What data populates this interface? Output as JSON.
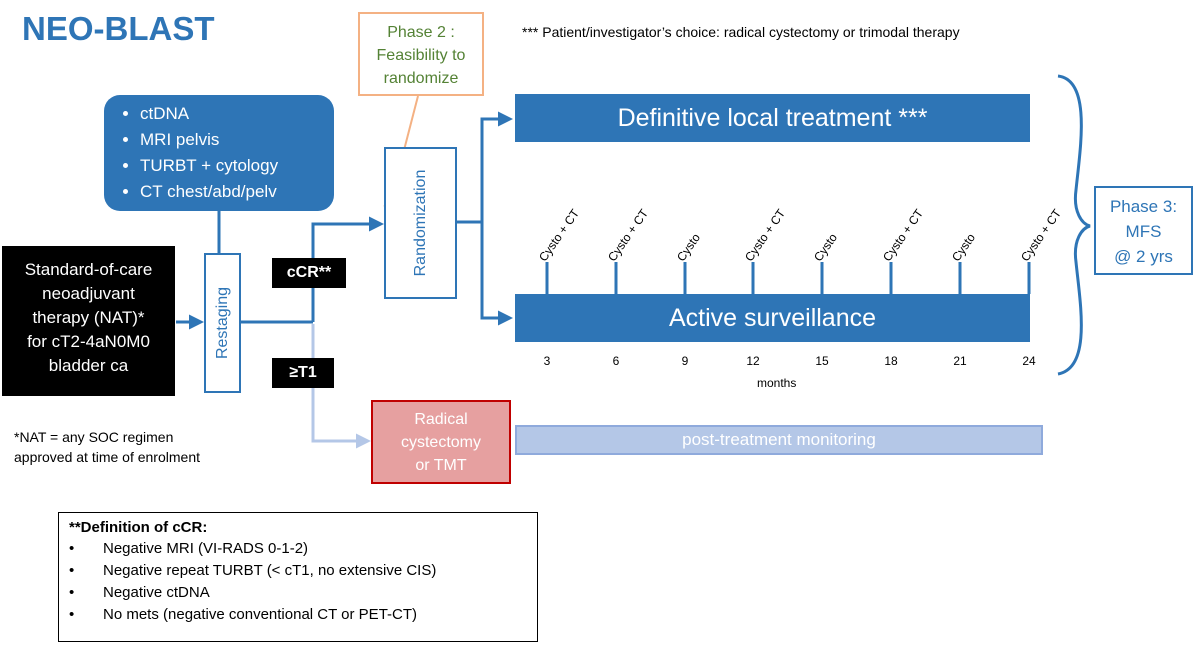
{
  "title": "NEO-BLAST",
  "top_note": "*** Patient/investigator’s choice: radical cystectomy or trimodal therapy",
  "phase2": [
    "Phase 2 :",
    "Feasibility to",
    "randomize"
  ],
  "assessments": [
    "ctDNA",
    "MRI pelvis",
    "TURBT + cytology",
    "CT chest/abd/pelv"
  ],
  "nat_box": [
    "Standard-of-care",
    "neoadjuvant",
    "therapy (NAT)*",
    "for cT2-4aN0M0",
    "bladder ca"
  ],
  "restaging": "Restaging",
  "randomization": "Randomization",
  "ccr_label": "cCR**",
  "t1_label": "≥T1",
  "definitive_local": "Definitive local treatment ***",
  "active_surveillance": "Active surveillance",
  "phase3": [
    "Phase 3:",
    "MFS",
    "@ 2 yrs"
  ],
  "radical": [
    "Radical",
    "cystectomy",
    "or TMT"
  ],
  "post_treatment": "post-treatment monitoring",
  "nat_note": [
    "*NAT = any SOC regimen",
    "approved at time of enrolment"
  ],
  "ccr_definition": {
    "heading": "**Definition of cCR:",
    "bullet": "•",
    "items": [
      "Negative MRI (VI-RADS 0-1-2)",
      "Negative repeat TURBT (< cT1, no extensive CIS)",
      "Negative ctDNA",
      "No mets (negative conventional CT or PET-CT)"
    ]
  },
  "surveillance_schedule": {
    "months_label": "months",
    "months": [
      "3",
      "6",
      "9",
      "12",
      "15",
      "18",
      "21",
      "24"
    ],
    "procedures": [
      "Cysto + CT",
      "Cysto + CT",
      "Cysto",
      "Cysto + CT",
      "Cysto",
      "Cysto + CT",
      "Cysto",
      "Cysto + CT"
    ]
  },
  "colors": {
    "blue": "#2e75b6",
    "light_blue": "#b4c7e7",
    "red_border": "#c00000",
    "pink": "#e6a0a0",
    "green": "#548235",
    "orange": "#f4b183"
  }
}
